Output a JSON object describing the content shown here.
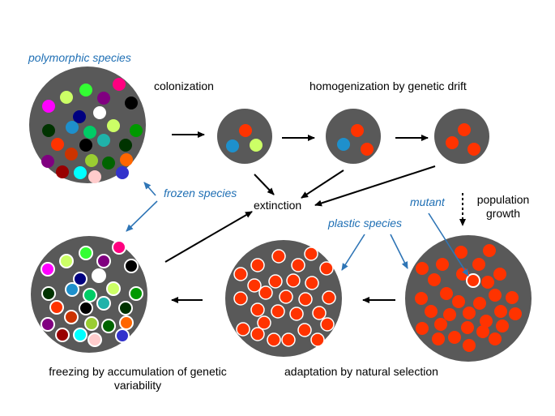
{
  "labels": {
    "polymorphic": "polymorphic  species",
    "colonization": "colonization",
    "homogenization": "homogenization by genetic drift",
    "frozen": "frozen species",
    "extinction": "extinction",
    "mutant": "mutant",
    "population_line1": "population",
    "population_line2": "growth",
    "plastic": "plastic species",
    "freezing_line1": "freezing by accumulation of genetic",
    "freezing_line2": "variability",
    "adaptation": "adaptation by natural selection"
  },
  "colors": {
    "circle_fill": "#595959",
    "dot_red": "#FF3300",
    "label_blue": "#1F6FB4",
    "arrow_blue": "#2E75B6",
    "arrow_black": "#000000"
  }
}
